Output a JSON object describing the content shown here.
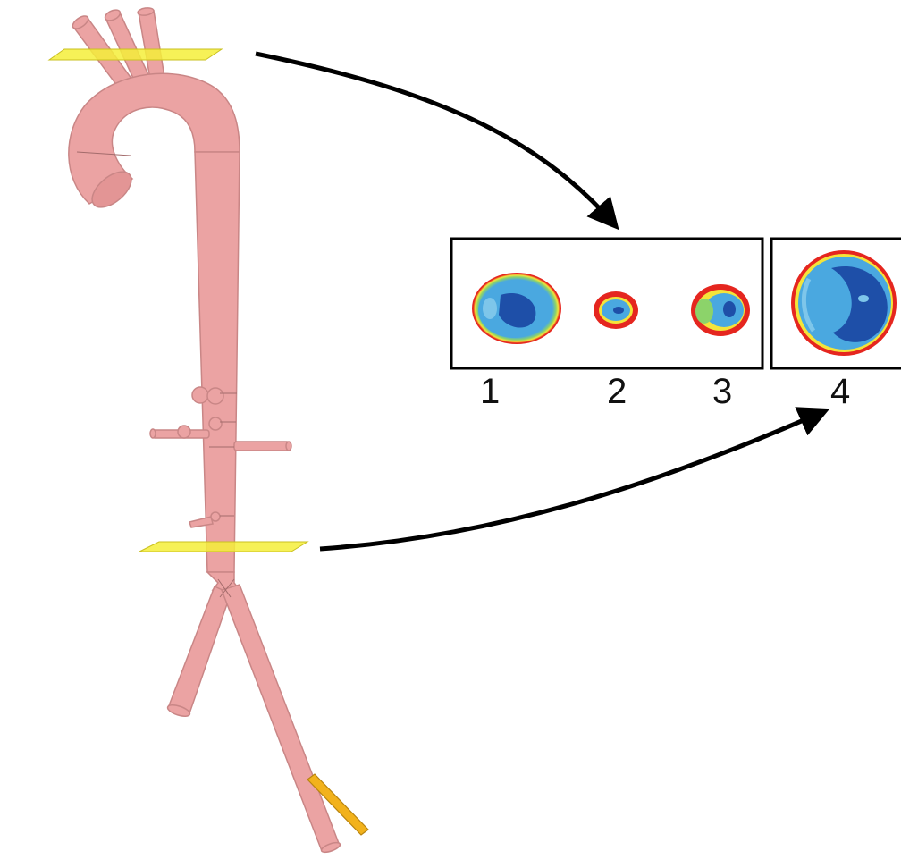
{
  "figure": {
    "panel_labels": [
      "1",
      "2",
      "3",
      "4"
    ],
    "colors": {
      "vessel": "#eba3a3",
      "vessel_stroke": "#c98686",
      "cut_plane": "#f4ee3a",
      "arrow": "#000000",
      "wss_high": "#e5261f",
      "wss_mid": "#f4e43a",
      "wss_mid2": "#8cd36a",
      "wss_low": "#4aa8e0",
      "wss_lowest": "#1e4fa8"
    },
    "icons": {
      "model": "aorta-3d-model",
      "planes": "cut-plane",
      "arrows": "pointer-arrow",
      "sections": "cross-section-contour"
    }
  }
}
